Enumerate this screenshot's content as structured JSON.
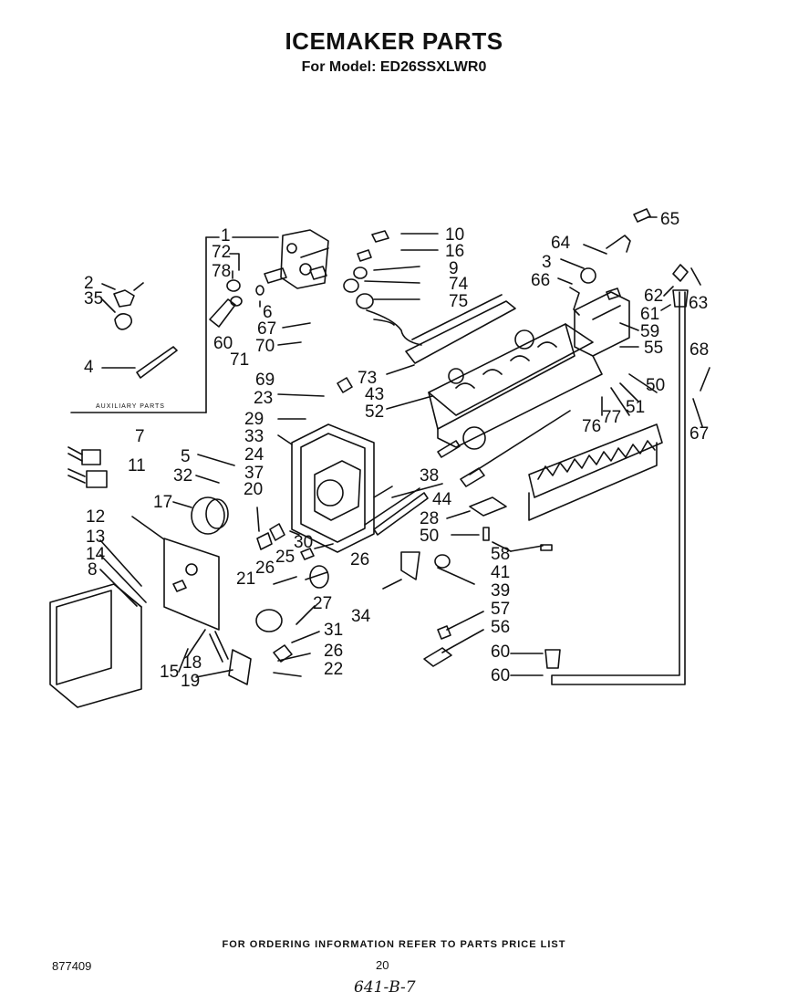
{
  "title": "ICEMAKER PARTS",
  "subtitle": "For Model: ED26SSXLWR0",
  "auxiliary_label": "AUXILIARY PARTS",
  "footer": "FOR ORDERING INFORMATION REFER TO PARTS PRICE LIST",
  "document_number": "877409",
  "page_number": "20",
  "handwritten_note": "641-B-7",
  "callouts": [
    "1",
    "2",
    "3",
    "4",
    "5",
    "6",
    "7",
    "8",
    "9",
    "10",
    "11",
    "12",
    "13",
    "14",
    "15",
    "16",
    "17",
    "18",
    "19",
    "20",
    "21",
    "22",
    "23",
    "24",
    "25",
    "26",
    "26",
    "26",
    "27",
    "28",
    "29",
    "30",
    "31",
    "32",
    "33",
    "34",
    "35",
    "37",
    "38",
    "39",
    "41",
    "43",
    "44",
    "50",
    "50",
    "51",
    "52",
    "55",
    "56",
    "57",
    "58",
    "59",
    "60",
    "60",
    "60",
    "61",
    "62",
    "63",
    "64",
    "65",
    "66",
    "67",
    "67",
    "68",
    "69",
    "70",
    "71",
    "72",
    "73",
    "74",
    "75",
    "76",
    "77",
    "78"
  ]
}
